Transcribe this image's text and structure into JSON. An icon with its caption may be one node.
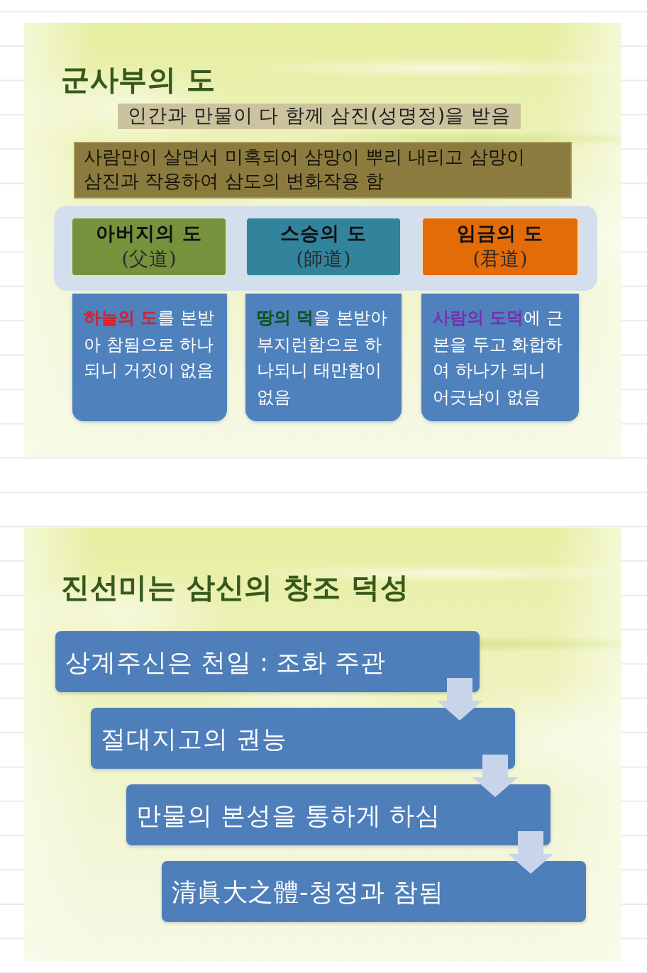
{
  "diagram": {
    "nodes": [
      {
        "text": [
          "군사부의 도"
        ]
      },
      {
        "text": [
          "인간과 만물이 다 함께 삼진(성명정)을 받음"
        ],
        "in": 0
      },
      {
        "text": [
          "사람만이 살면서 미혹되어 삼망이 뿌리 내리고 삼망이 삼진과 작용하여 삼도의 변화작용 함"
        ],
        "in": 0
      },
      {
        "text": [],
        "shape": "box",
        "in": 0
      },
      {
        "text": [
          "아버지의 도",
          "(父道)"
        ],
        "in": 3
      },
      {
        "text": [
          "스승의 도",
          "(師道)"
        ],
        "in": 3
      },
      {
        "text": [
          "임금의 도",
          "(君道)"
        ],
        "in": 3
      },
      {
        "text": [
          "**하늘의 도**를 본받아 참됨으로 하나되니 거짓이 없음"
        ],
        "in": 0
      },
      {
        "text": [
          "**땅의 덕**을 본받아 부지런함으로 하나되니 태만함이 없음"
        ],
        "in": 0
      },
      {
        "text": [
          "**사람의 도덕**에 근본을 두고 화합하여 하나가 되니 어긋남이 없음"
        ],
        "in": 0
      },
      {
        "text": [
          "진선미는 삼신의 창조 덕성"
        ]
      },
      {
        "text": [
          "상계주신은 천일 : 조화 주관"
        ],
        "in": 10
      },
      {
        "text": [
          "절대지고의 권능"
        ],
        "in": 10
      },
      {
        "text": [
          "만물의 본성을 통하게 하심"
        ],
        "in": 10
      },
      {
        "text": [
          "清眞大之體-청정과 참됨"
        ],
        "in": 10
      }
    ],
    "edges": [
      {
        "from": 11,
        "to": 12,
        "arrow": "to"
      },
      {
        "from": 12,
        "to": 13,
        "arrow": "to"
      },
      {
        "from": 13,
        "to": 14,
        "arrow": "to"
      }
    ]
  }
}
